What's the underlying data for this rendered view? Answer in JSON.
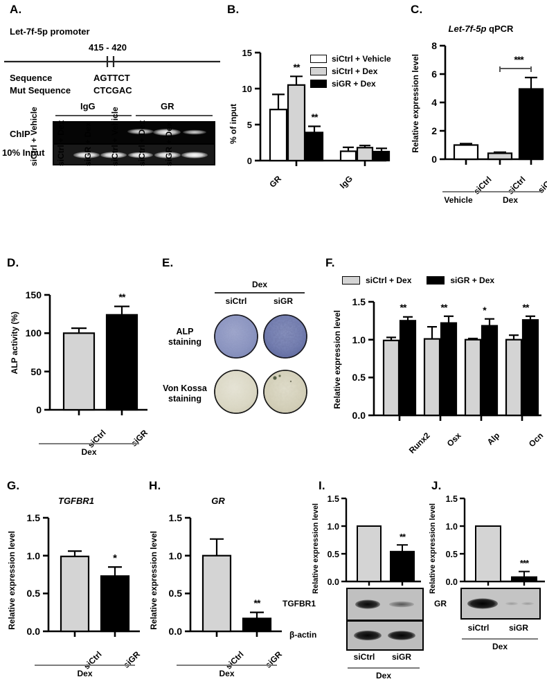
{
  "figure": {
    "panels": [
      "A.",
      "B.",
      "C.",
      "D.",
      "E.",
      "F.",
      "G.",
      "H.",
      "I.",
      "J."
    ]
  },
  "panelA": {
    "label": "A.",
    "promoter_title": "Let-7f-5p promoter",
    "position_label": "415 - 420",
    "sequence_row_label": "Sequence",
    "sequence_value": "AGTTCT",
    "mut_row_label": "Mut Sequence",
    "mut_value": "CTCGAC",
    "group_headers": [
      "IgG",
      "GR"
    ],
    "row_labels": [
      "ChIP",
      "10% Input"
    ],
    "lane_labels": [
      "siCtrl + Vehicle",
      "siCtrl + Dex",
      "siGR + Dex",
      "siCtrl + Vehicle",
      "siCtrl + Dex",
      "siGR + Dex"
    ],
    "chip_band_intensity": [
      0,
      0,
      0,
      0.75,
      1.0,
      0.6
    ],
    "input_band_intensity": [
      1.0,
      1.0,
      0.95,
      1.0,
      1.0,
      0.95
    ]
  },
  "panelB": {
    "label": "B.",
    "legend": [
      "siCtrl + Vehicle",
      "siCtrl + Dex",
      "siGR + Dex"
    ]
  },
  "panelC": {
    "label": "C.",
    "title_italic": "Let-7f-5p",
    "title_rest": " qPCR",
    "bracket_sig": "***",
    "group_underlabels": [
      "Vehicle",
      "Dex"
    ]
  },
  "panelD": {
    "label": "D.",
    "group_underlabel": "Dex"
  },
  "panelE": {
    "label": "E.",
    "top_header": "Dex",
    "col_labels": [
      "siCtrl",
      "siGR"
    ],
    "row_labels": [
      "ALP\nstaining",
      "Von Kossa\nstaining"
    ],
    "row_label_1_line1": "ALP",
    "row_label_1_line2": "staining",
    "row_label_2_line1": "Von Kossa",
    "row_label_2_line2": "staining",
    "alp_color": "#8e98c4",
    "alp_color_sigr": "#7b86bb",
    "vonkossa_color": "#dfdccb",
    "vonkossa_color_sigr": "#d8d4bd"
  },
  "panelF": {
    "label": "F.",
    "legend": [
      "siCtrl + Dex",
      "siGR + Dex"
    ]
  },
  "panelG": {
    "label": "G.",
    "title": "TGFBR1",
    "group_underlabel": "Dex"
  },
  "panelH": {
    "label": "H.",
    "title": "GR",
    "group_underlabel": "Dex"
  },
  "panelI": {
    "label": "I.",
    "blot_rows": [
      "TGFBR1",
      "β-actin"
    ],
    "lane_labels": [
      "siCtrl",
      "siGR"
    ],
    "group_underlabel": "Dex",
    "tgfbr1_intensity": [
      1.0,
      0.45
    ],
    "actin_intensity": [
      1.0,
      0.95
    ]
  },
  "panelJ": {
    "label": "J.",
    "blot_rows": [
      "GR"
    ],
    "lane_labels": [
      "siCtrl",
      "siGR"
    ],
    "group_underlabel": "Dex",
    "gr_intensity": [
      1.0,
      0.1
    ]
  },
  "colors": {
    "white_bar": "#ffffff",
    "grey_bar": "#d4d4d4",
    "black_bar": "#000000",
    "axis": "#000000",
    "underline": "#7b7b7b"
  },
  "chart_data": [
    {
      "panel": "B",
      "type": "bar",
      "title": "",
      "xlabel": "",
      "ylabel": "% of input",
      "ylim": [
        0,
        15
      ],
      "yticks": [
        0,
        5,
        10,
        15
      ],
      "categories": [
        "GR",
        "IgG"
      ],
      "series": [
        {
          "name": "siCtrl + Vehicle",
          "color": "#ffffff",
          "values": [
            7.1,
            1.3
          ],
          "errors": [
            2.1,
            0.55
          ]
        },
        {
          "name": "siCtrl + Dex",
          "color": "#d4d4d4",
          "values": [
            10.5,
            1.8
          ],
          "errors": [
            1.2,
            0.3
          ]
        },
        {
          "name": "siGR + Dex",
          "color": "#000000",
          "values": [
            3.9,
            1.25
          ],
          "errors": [
            0.85,
            0.45
          ]
        }
      ],
      "annotations": [
        {
          "text": "**",
          "series": "siCtrl + Dex",
          "category": "GR"
        },
        {
          "text": "**",
          "series": "siGR + Dex",
          "category": "GR"
        }
      ],
      "legend_position": "top-right",
      "grid": false
    },
    {
      "panel": "C",
      "type": "bar",
      "title": "Let-7f-5p qPCR",
      "xlabel": "",
      "ylabel": "Relative expression level",
      "ylim": [
        0,
        8
      ],
      "yticks": [
        0,
        2,
        4,
        6,
        8
      ],
      "categories": [
        "siCtrl",
        "siCtrl",
        "siGR"
      ],
      "group_labels": [
        "Vehicle",
        "Dex"
      ],
      "values": [
        1.0,
        0.42,
        4.95
      ],
      "errors": [
        0.1,
        0.08,
        0.8
      ],
      "colors": [
        "#ffffff",
        "#d4d4d4",
        "#000000"
      ],
      "annotations": [
        {
          "text": "***",
          "from": 1,
          "to": 2,
          "bracket": true
        }
      ],
      "grid": false
    },
    {
      "panel": "D",
      "type": "bar",
      "title": "",
      "xlabel": "",
      "ylabel": "ALP activity (%)",
      "ylim": [
        0,
        150
      ],
      "yticks": [
        0,
        50,
        100,
        150
      ],
      "categories": [
        "siCtrl",
        "siGR"
      ],
      "group_labels": [
        "Dex"
      ],
      "values": [
        100,
        124
      ],
      "errors": [
        6.5,
        11
      ],
      "colors": [
        "#d4d4d4",
        "#000000"
      ],
      "annotations": [
        {
          "text": "**",
          "index": 1
        }
      ],
      "grid": false
    },
    {
      "panel": "F",
      "type": "bar",
      "title": "",
      "xlabel": "",
      "ylabel": "Relative expression level",
      "ylim": [
        0,
        1.5
      ],
      "yticks": [
        0.0,
        0.5,
        1.0,
        1.5
      ],
      "categories": [
        "Runx2",
        "Osx",
        "Alp",
        "Ocn"
      ],
      "series": [
        {
          "name": "siCtrl + Dex",
          "color": "#d4d4d4",
          "values": [
            0.99,
            1.01,
            1.0,
            1.0
          ],
          "errors": [
            0.04,
            0.16,
            0.015,
            0.06
          ]
        },
        {
          "name": "siGR + Dex",
          "color": "#000000",
          "values": [
            1.25,
            1.22,
            1.19,
            1.26
          ],
          "errors": [
            0.05,
            0.09,
            0.09,
            0.05
          ]
        }
      ],
      "annotations": [
        {
          "text": "**",
          "category": "Runx2"
        },
        {
          "text": "**",
          "category": "Osx"
        },
        {
          "text": "*",
          "category": "Alp"
        },
        {
          "text": "**",
          "category": "Ocn"
        }
      ],
      "legend_position": "top",
      "grid": false
    },
    {
      "panel": "G",
      "type": "bar",
      "title": "TGFBR1",
      "xlabel": "",
      "ylabel": "Relative expression level",
      "ylim": [
        0,
        1.5
      ],
      "yticks": [
        0.0,
        0.5,
        1.0,
        1.5
      ],
      "categories": [
        "siCtrl",
        "siGR"
      ],
      "group_labels": [
        "Dex"
      ],
      "values": [
        0.99,
        0.73
      ],
      "errors": [
        0.07,
        0.12
      ],
      "colors": [
        "#d4d4d4",
        "#000000"
      ],
      "annotations": [
        {
          "text": "*",
          "index": 1
        }
      ],
      "grid": false
    },
    {
      "panel": "H",
      "type": "bar",
      "title": "GR",
      "xlabel": "",
      "ylabel": "Relative expression level",
      "ylim": [
        0,
        1.5
      ],
      "yticks": [
        0.0,
        0.5,
        1.0,
        1.5
      ],
      "categories": [
        "siCtrl",
        "siGR"
      ],
      "group_labels": [
        "Dex"
      ],
      "values": [
        1.0,
        0.17
      ],
      "errors": [
        0.22,
        0.08
      ],
      "colors": [
        "#d4d4d4",
        "#000000"
      ],
      "annotations": [
        {
          "text": "**",
          "index": 1
        }
      ],
      "grid": false
    },
    {
      "panel": "I",
      "type": "bar",
      "title": "",
      "xlabel": "",
      "ylabel": "Relative expression level",
      "ylim": [
        0,
        1.5
      ],
      "yticks": [
        0.0,
        0.5,
        1.0,
        1.5
      ],
      "categories": [
        "siCtrl",
        "siGR"
      ],
      "group_labels": [
        "Dex"
      ],
      "values": [
        1.0,
        0.54
      ],
      "errors": [
        0.0,
        0.12
      ],
      "colors": [
        "#d4d4d4",
        "#000000"
      ],
      "annotations": [
        {
          "text": "**",
          "index": 1
        }
      ],
      "grid": false
    },
    {
      "panel": "J",
      "type": "bar",
      "title": "",
      "xlabel": "",
      "ylabel": "Relative expression level",
      "ylim": [
        0,
        1.5
      ],
      "yticks": [
        0.0,
        0.5,
        1.0,
        1.5
      ],
      "categories": [
        "siCtrl",
        "siGR"
      ],
      "group_labels": [
        "Dex"
      ],
      "values": [
        1.0,
        0.08
      ],
      "errors": [
        0.0,
        0.05
      ],
      "colors": [
        "#d4d4d4",
        "#000000"
      ],
      "annotations": [
        {
          "text": "***",
          "index": 1
        }
      ],
      "grid": false
    }
  ]
}
